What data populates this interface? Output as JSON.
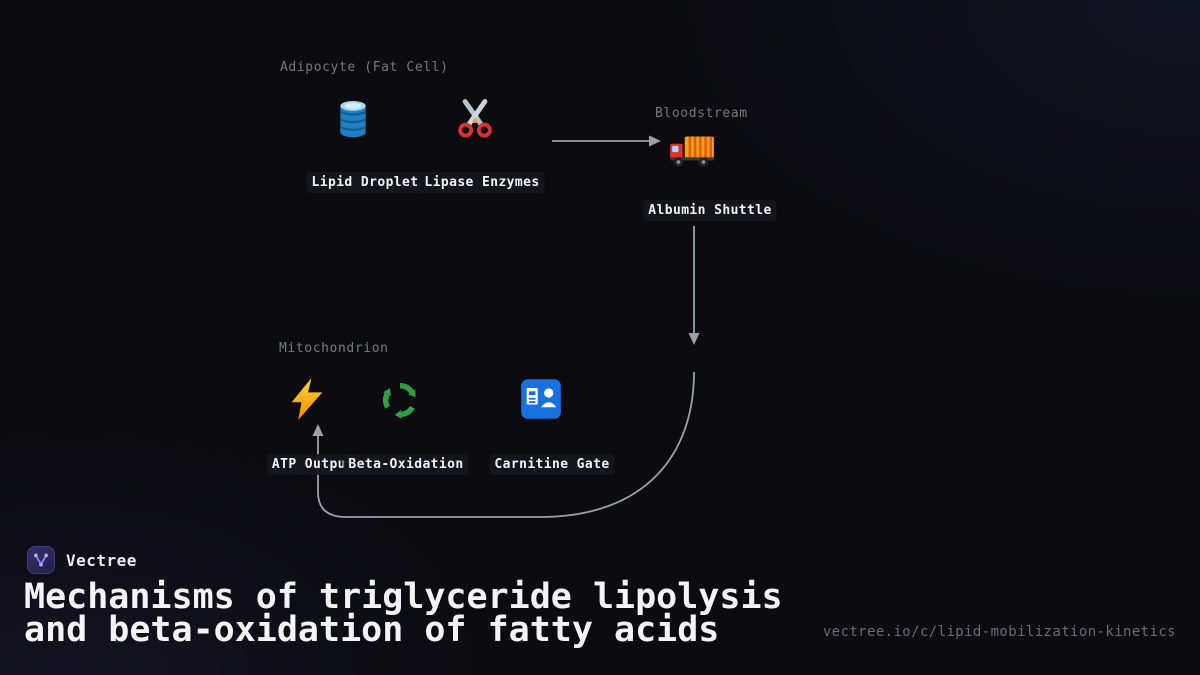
{
  "diagram": {
    "groups": [
      {
        "id": "adipocyte",
        "label": "Adipocyte (Fat Cell)"
      },
      {
        "id": "bloodstream",
        "label": "Bloodstream"
      },
      {
        "id": "mitochondrion",
        "label": "Mitochondrion"
      }
    ],
    "nodes": [
      {
        "id": "lipid-droplet",
        "label": "Lipid Droplet",
        "icon": "oil-drum-icon",
        "group": "adipocyte"
      },
      {
        "id": "lipase-enzymes",
        "label": "Lipase Enzymes",
        "icon": "scissors-icon",
        "group": "adipocyte"
      },
      {
        "id": "albumin-shuttle",
        "label": "Albumin Shuttle",
        "icon": "delivery-truck-icon",
        "group": "bloodstream"
      },
      {
        "id": "atp-output",
        "label": "ATP Output",
        "icon": "lightning-bolt-icon",
        "group": "mitochondrion"
      },
      {
        "id": "beta-oxidation",
        "label": "Beta-Oxidation",
        "icon": "recycle-icon",
        "group": "mitochondrion"
      },
      {
        "id": "carnitine-gate",
        "label": "Carnitine Gate",
        "icon": "passport-control-icon",
        "group": "mitochondrion"
      }
    ],
    "edges": [
      {
        "from": "lipase-enzymes",
        "to": "albumin-shuttle",
        "shape": "straight-right"
      },
      {
        "from": "albumin-shuttle",
        "to": "mitochondrion",
        "shape": "straight-down"
      },
      {
        "from": "albumin-shuttle",
        "to": "atp-output",
        "shape": "curved-left-up"
      }
    ]
  },
  "footer": {
    "brand": "Vectree",
    "title_line1": "Mechanisms of triglyceride lipolysis",
    "title_line2": "and beta-oxidation of fatty acids",
    "url": "vectree.io/c/lipid-mobilization-kinetics"
  },
  "colors": {
    "background": "#0b0b10",
    "arrow": "#9aa1aa",
    "label-text": "#f4f4f6",
    "muted-text": "#737883",
    "url-text": "#666b76",
    "brand-accent": "#8f7ff0"
  }
}
